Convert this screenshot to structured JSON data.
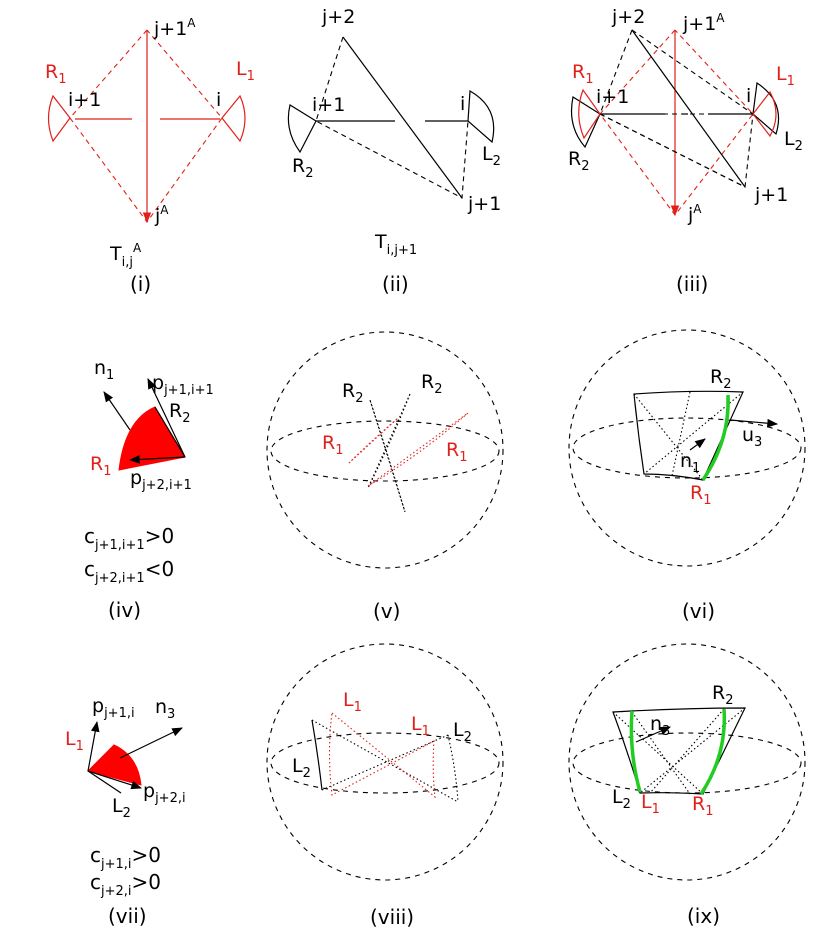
{
  "captions": [
    "(i)",
    "(ii)",
    "(iii)",
    "(iv)",
    "(v)",
    "(vi)",
    "(vii)",
    "(viii)",
    "(ix)"
  ],
  "labels": {
    "R": "R",
    "L": "L",
    "n": "n",
    "u": "u",
    "p": "p",
    "c": "c",
    "T": "T",
    "i": "i",
    "i1": "i+1",
    "j1": "j+1",
    "j2": "j+2",
    "j": "j",
    "A": "A",
    "s1": "1",
    "s2": "2",
    "s3": "3",
    "ij": "i,j",
    "ij1": "i,j+1",
    "p_j1i1": "j+1,i+1",
    "p_j2i1": "j+2,i+1",
    "p_j1i": "j+1,i",
    "p_j2i": "j+2,i",
    "gt0": ">0",
    "lt0": "<0"
  },
  "colors": {
    "red": "#e0201b",
    "green": "#22cc22",
    "black": "#000000"
  }
}
